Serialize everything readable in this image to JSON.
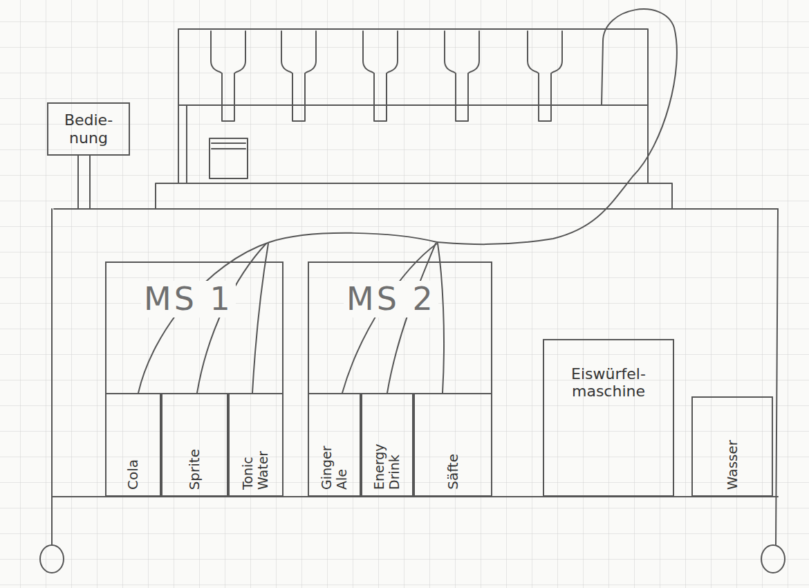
{
  "diagram": {
    "nodes": [
      {
        "text": [
          "Bedie- nung"
        ]
      },
      {
        "text": [
          "MS 1"
        ]
      },
      {
        "text": [
          "Cola"
        ],
        "in": 1
      },
      {
        "text": [
          "Sprite"
        ],
        "in": 1
      },
      {
        "text": [
          "Tonic Water"
        ],
        "in": 1
      },
      {
        "text": [
          "MS 2"
        ]
      },
      {
        "text": [
          "Ginger Ale"
        ],
        "in": 5
      },
      {
        "text": [
          "Energy Drink"
        ],
        "in": 5
      },
      {
        "text": [
          "Säfte"
        ],
        "in": 5
      },
      {
        "text": [
          "Eiswürfel- maschine"
        ]
      },
      {
        "text": [
          "Wasser"
        ]
      }
    ]
  }
}
